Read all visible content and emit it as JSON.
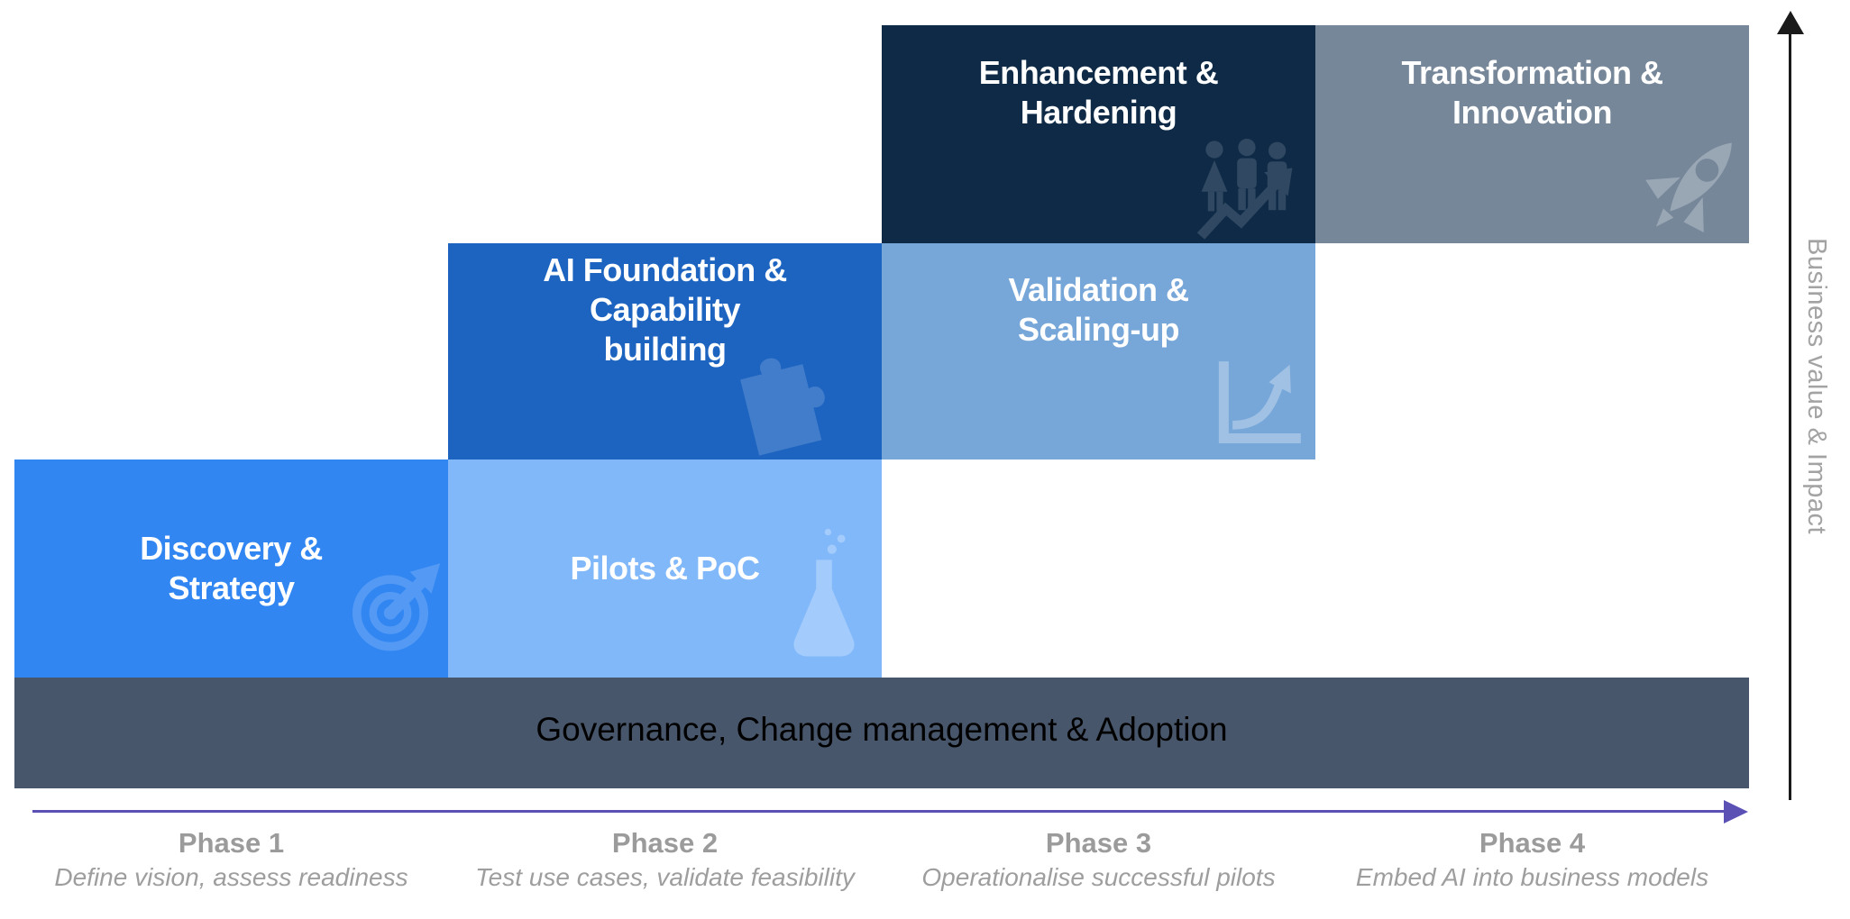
{
  "diagram": {
    "boxes": {
      "discovery": {
        "title": "Discovery &\nStrategy",
        "color": "#3186F2",
        "icon": "target-icon"
      },
      "pilots": {
        "title": "Pilots & PoC",
        "color": "#81B8FA",
        "icon": "flask-icon"
      },
      "ai_foundation": {
        "title": "AI Foundation &\nCapability\nbuilding",
        "color": "#1D64C1",
        "icon": "puzzle-icon"
      },
      "validation": {
        "title": "Validation &\nScaling-up",
        "color": "#77A7D9",
        "icon": "growth-chart-icon"
      },
      "enhancement": {
        "title": "Enhancement &\nHardening",
        "color": "#0E2A47",
        "icon": "people-growth-icon"
      },
      "transformation": {
        "title": "Transformation &\nInnovation",
        "color": "#76879A",
        "icon": "rocket-icon"
      }
    },
    "governance": {
      "label": "Governance, Change management & Adoption",
      "color": "#47566B"
    },
    "phases": [
      {
        "label": "Phase 1",
        "description": "Define vision, assess readiness"
      },
      {
        "label": "Phase 2",
        "description": "Test use cases, validate feasibility"
      },
      {
        "label": "Phase 3",
        "description": "Operationalise successful pilots"
      },
      {
        "label": "Phase 4",
        "description": "Embed AI into business models"
      }
    ],
    "axes": {
      "x_arrow_color": "#5B51B5",
      "y_arrow_color": "#1A1A1A",
      "y_label": "Business value & Impact"
    },
    "text_colors": {
      "box_title": "#FFFFFF",
      "phase_label": "#9B9B9B",
      "phase_description": "#9E9E9E",
      "y_axis_label": "#A3A3A3"
    }
  }
}
